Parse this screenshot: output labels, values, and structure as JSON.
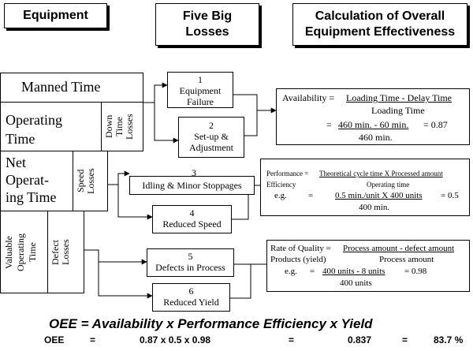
{
  "headers": {
    "equipment": "Equipment",
    "losses_line1": "Five Big",
    "losses_line2": "Losses",
    "calc_line1": "Calculation of Overall",
    "calc_line2": "Equipment Effectiveness"
  },
  "time_blocks": {
    "manned": "Manned Time",
    "operating_1": "Operating",
    "operating_2": "Time",
    "down_time_losses_1": "Down",
    "down_time_losses_2": "Time",
    "down_time_losses_3": "Losses",
    "net_1": "Net",
    "net_2": "Operat-",
    "net_3": "ing Time",
    "speed_losses_1": "Speed",
    "speed_losses_2": "Losses",
    "valuable_1": "Valuable",
    "valuable_2": "Operating",
    "valuable_3": "Time",
    "defect_losses_1": "Defect",
    "defect_losses_2": "Losses"
  },
  "losses": [
    {
      "num": "1",
      "line1": "Equipment",
      "line2": "Failure"
    },
    {
      "num": "2",
      "line1": "Set-up &",
      "line2": "Adjustment"
    },
    {
      "num": "3",
      "line1": "Idling & Minor Stoppages",
      "line2": ""
    },
    {
      "num": "4",
      "line1": "Reduced Speed",
      "line2": ""
    },
    {
      "num": "5",
      "line1": "Defects in Process",
      "line2": ""
    },
    {
      "num": "6",
      "line1": "Reduced Yield",
      "line2": ""
    }
  ],
  "formulas": {
    "availability": {
      "label": "Availability = ",
      "numerator": "Loading Time - Delay Time",
      "denominator": "Loading Time",
      "eq": "=",
      "ex_numerator": "460 min. - 60 min.",
      "ex_result": "=   0.87",
      "ex_denominator": "460 min."
    },
    "performance": {
      "label": "Performance = ",
      "numerator": "Theoretical cycle time X Processed amount",
      "label2": "Efficiency",
      "denominator": "Operating time",
      "eg": "e.g.",
      "eq": "=",
      "ex_numerator": "0.5 min./unit X 400 units",
      "ex_result": "= 0.5",
      "ex_denominator": "400 min."
    },
    "quality": {
      "label": "Rate of Quality  =  ",
      "numerator": "Process amount - defect amount",
      "label2": "Products (yield)",
      "denominator": "Process amount",
      "eg": "e.g.",
      "eq": "=",
      "ex_numerator": "400 units - 8 units",
      "ex_result": "=   0.98",
      "ex_denominator": "400 units"
    }
  },
  "oee": {
    "formula": "OEE = Availability x Performance Efficiency x Yield",
    "row_label": "OEE",
    "eq1": "=",
    "product": "0.87  x  0.5  x  0.98",
    "eq2": "=",
    "value": "0.837",
    "eq3": "=",
    "percent": "83.7 %"
  }
}
